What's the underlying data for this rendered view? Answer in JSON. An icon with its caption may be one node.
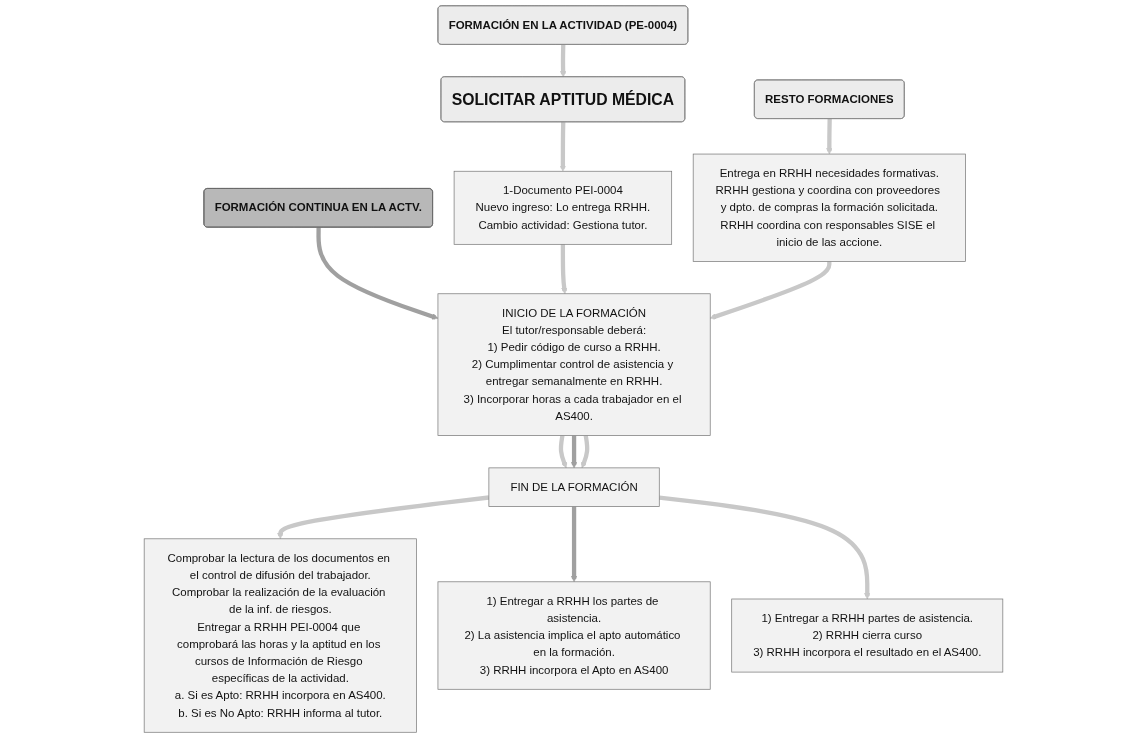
{
  "diagram": {
    "nodes": [
      {
        "text": [
          "FORMACIÓN EN LA ACTIVIDAD (PE-0004)"
        ]
      },
      {
        "text": [
          "FORMACIÓN CONTINUA EN LA ACTV."
        ]
      },
      {
        "text": [
          "RESTO FORMACIONES"
        ]
      },
      {
        "text": [
          "SOLICITAR APTITUD MÉDICA"
        ]
      },
      {
        "text": [
          "1-Documento PEI-0004",
          "Nuevo ingreso: Lo entrega RRHH.",
          "Cambio actividad: Gestiona tutor."
        ]
      },
      {
        "text": [
          "INICIO DE LA FORMACIÓN",
          "El tutor/responsable deberá:",
          "1) Pedir código de curso a RRHH.",
          "2) Cumplimentar control de asistencia y entregar semanalmente en RRHH.",
          "3) Incorporar horas a cada trabajador en el AS400."
        ]
      },
      {
        "text": [
          "Entrega en RRHH necesidades formativas.",
          "RRHH gestiona y coordina con proveedores y dpto. de compras la formación solicitada.",
          "RRHH coordina con responsables SISE el inicio de las accione."
        ]
      },
      {
        "text": [
          "Comprobar la lectura de los documentos en el control de difusión del trabajador.",
          "Comprobar la realización de la evaluación de la inf. de riesgos.",
          "Entregar a RRHH PEI-0004 que comprobará las horas y la aptitud en los cursos de Información de Riesgo específicas de la actividad.",
          "a. Si es Apto: RRHH incorpora en AS400.",
          "b. Si es No Apto: RRHH informa al tutor."
        ]
      },
      {
        "text": [
          "FIN DE LA FORMACIÓN"
        ]
      },
      {
        "text": [
          "1) Entregar a RRHH los partes de asistencia.",
          "2) La asistencia implica el apto automático en la formación.",
          "3) RRHH incorpora el Apto en AS400"
        ]
      },
      {
        "text": [
          "1) Entregar a RRHH partes de asistencia.",
          "2) RRHH cierra curso",
          "3) RRHH incorpora el resultado en el AS400."
        ]
      }
    ],
    "edges": [
      {
        "from": 0,
        "to": 3,
        "arrow": "to"
      },
      {
        "from": 3,
        "to": 4,
        "arrow": "to"
      },
      {
        "from": 1,
        "to": 5,
        "arrow": "to",
        "color": "#a0a0a0"
      },
      {
        "from": 2,
        "to": 6,
        "arrow": "to"
      },
      {
        "from": 4,
        "to": 5,
        "arrow": "to"
      },
      {
        "from": 6,
        "to": 5,
        "arrow": "to"
      },
      {
        "from": 5,
        "to": 8,
        "arrow": "to"
      },
      {
        "from": 5,
        "to": 8,
        "arrow": "to",
        "color": "#a0a0a0"
      },
      {
        "from": 5,
        "to": 8,
        "arrow": "to"
      },
      {
        "from": 8,
        "to": 7,
        "arrow": "to"
      },
      {
        "from": 8,
        "to": 9,
        "arrow": "to",
        "color": "#a0a0a0"
      },
      {
        "from": 8,
        "to": 10,
        "arrow": "to"
      }
    ]
  }
}
